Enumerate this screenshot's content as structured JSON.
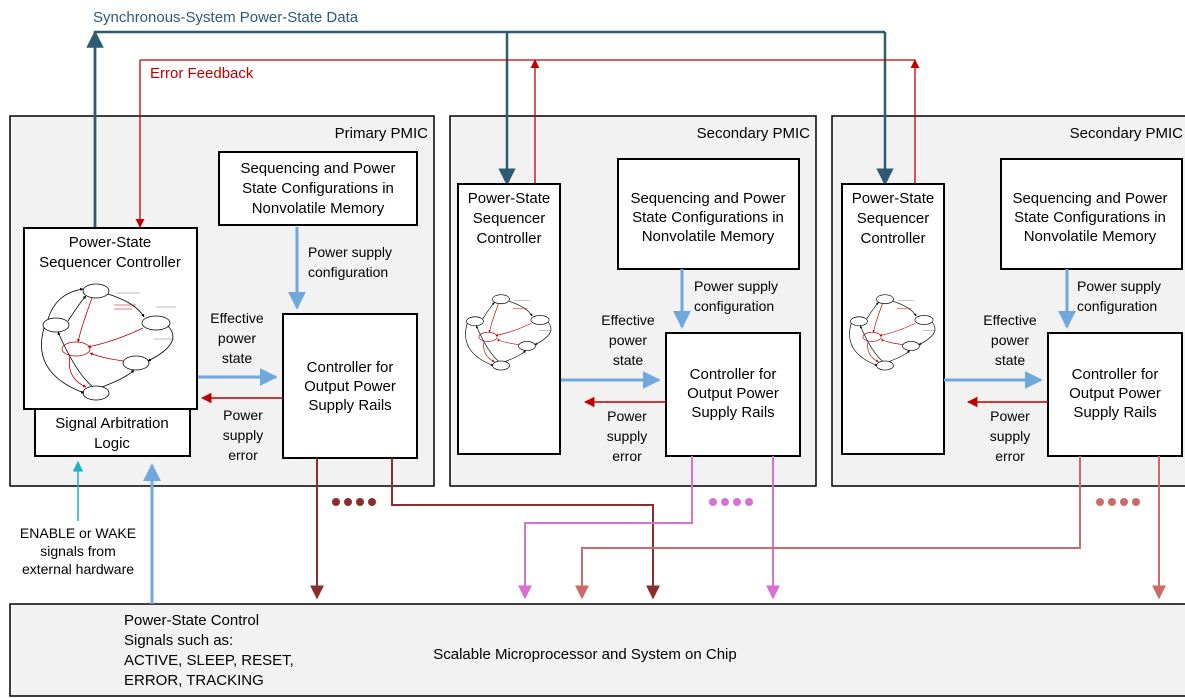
{
  "top_labels": {
    "sync_data": "Synchronous-System Power-State Data",
    "error_feedback": "Error Feedback"
  },
  "colors": {
    "sync_line": "#2e5a73",
    "error_line": "#c00000",
    "config_arrow": "#6fa8dc",
    "pmic1_rails": "#8b2d2d",
    "pmic2_rails": "#d970d6",
    "pmic3_rails": "#d06a6a",
    "enable_arrow": "#1ab3c6",
    "block_fill": "#f2f2f2"
  },
  "pmics": [
    {
      "title": "Primary PMIC",
      "nvm": [
        "Sequencing and Power",
        "State Configurations in",
        "Nonvolatile Memory"
      ],
      "sequencer": [
        "Power-State",
        "Sequencer Controller"
      ],
      "config_label": [
        "Power supply",
        "configuration"
      ],
      "effective_label": [
        "Effective",
        "power",
        "state"
      ],
      "error_label": [
        "Power",
        "supply",
        "error"
      ],
      "rails_controller": [
        "Controller for",
        "Output Power",
        "Supply Rails"
      ],
      "arbitration": [
        "Signal Arbitration",
        "Logic"
      ]
    },
    {
      "title": "Secondary PMIC",
      "nvm": [
        "Sequencing and Power",
        "State Configurations in",
        "Nonvolatile Memory"
      ],
      "sequencer": [
        "Power-State",
        "Sequencer",
        "Controller"
      ],
      "config_label": [
        "Power supply",
        "configuration"
      ],
      "effective_label": [
        "Effective",
        "power",
        "state"
      ],
      "error_label": [
        "Power",
        "supply",
        "error"
      ],
      "rails_controller": [
        "Controller for",
        "Output Power",
        "Supply Rails"
      ]
    },
    {
      "title": "Secondary PMIC",
      "nvm": [
        "Sequencing and Power",
        "State Configurations in",
        "Nonvolatile Memory"
      ],
      "sequencer": [
        "Power-State",
        "Sequencer",
        "Controller"
      ],
      "config_label": [
        "Power supply",
        "configuration"
      ],
      "effective_label": [
        "Effective",
        "power",
        "state"
      ],
      "error_label": [
        "Power",
        "supply",
        "error"
      ],
      "rails_controller": [
        "Controller for",
        "Output Power",
        "Supply Rails"
      ]
    }
  ],
  "enable_label": [
    "ENABLE or WAKE",
    "signals from",
    "external hardware"
  ],
  "control_signals": [
    "Power-State Control",
    "Signals such as:",
    "ACTIVE, SLEEP, RESET,",
    "ERROR, TRACKING"
  ],
  "soc_label": "Scalable Microprocessor and System on Chip"
}
